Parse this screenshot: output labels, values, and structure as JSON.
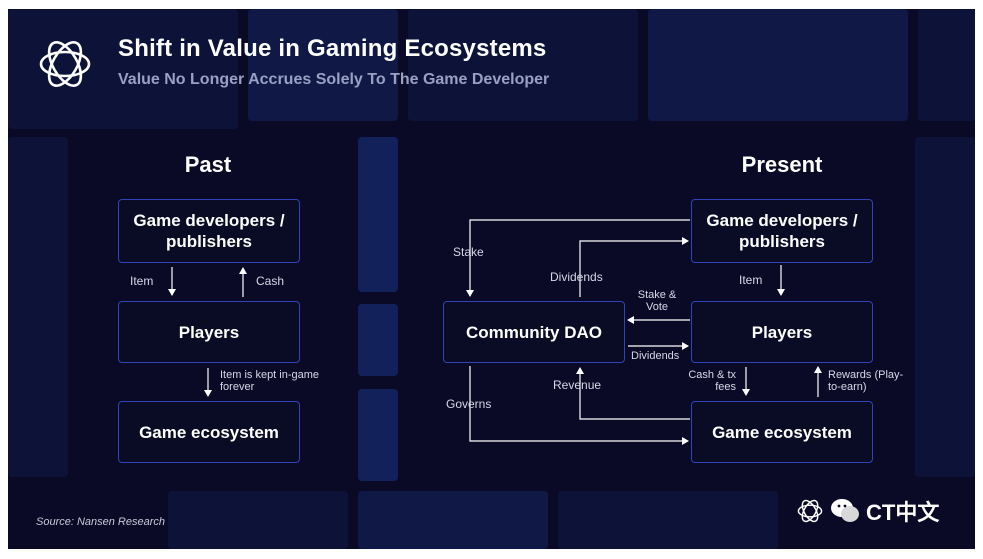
{
  "header": {
    "title": "Shift in Value in Gaming Ecosystems",
    "subtitle": "Value No Longer Accrues Solely To The Game Developer",
    "logo_icon": "interlocking-rings-icon"
  },
  "past": {
    "heading": "Past",
    "nodes": {
      "developers": "Game developers / publishers",
      "players": "Players",
      "ecosystem": "Game ecosystem"
    },
    "edges": {
      "item": "Item",
      "cash": "Cash",
      "kept": "Item is kept in-game forever"
    }
  },
  "present": {
    "heading": "Present",
    "nodes": {
      "developers": "Game developers / publishers",
      "dao": "Community DAO",
      "players": "Players",
      "ecosystem": "Game ecosystem"
    },
    "edges": {
      "stake": "Stake",
      "dividends_top": "Dividends",
      "item": "Item",
      "stake_vote": "Stake & Vote",
      "dividends_mid": "Dividends",
      "revenue": "Revenue",
      "governs": "Governs",
      "cash_fees": "Cash & tx fees",
      "rewards": "Rewards (Play-to-earn)"
    }
  },
  "footer": {
    "source": "Source: Nansen Research",
    "watermark": "CT中文"
  },
  "colors": {
    "background": "#0b0a26",
    "box_border": "#2e44b8",
    "text": "#ffffff",
    "muted": "#9aa0c4"
  }
}
